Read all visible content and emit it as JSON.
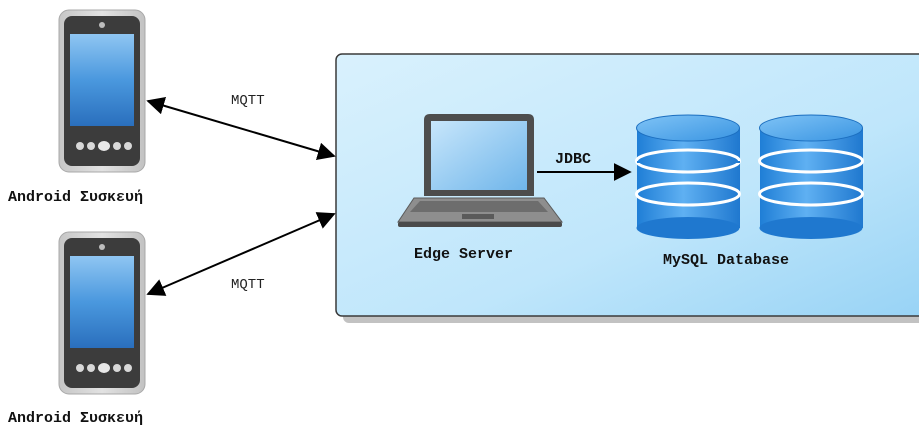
{
  "devices": [
    {
      "label": "Android Συσκευή",
      "link_label": "MQTT"
    },
    {
      "label": "Android Συσκευή",
      "link_label": "MQTT"
    }
  ],
  "server": {
    "label": "Edge Server",
    "link_label": "JDBC"
  },
  "database": {
    "label": "MySQL Database"
  },
  "colors": {
    "panel_fill": "#bfe6fb",
    "panel_border": "#333333",
    "db_blue": "#2f8fe0",
    "phone_body": "#d4d4d4",
    "phone_screen": "#2d78c9"
  }
}
